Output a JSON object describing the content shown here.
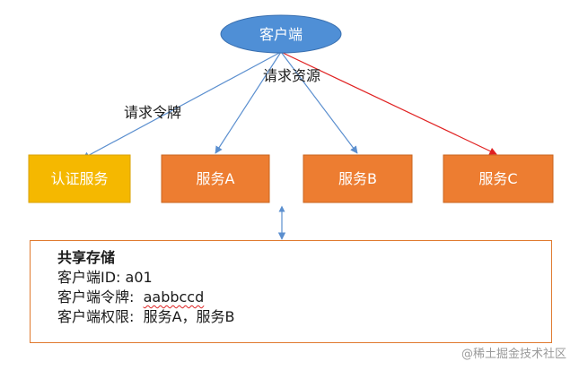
{
  "client": {
    "label": "客户端",
    "color": "#4f8fd6"
  },
  "edge_labels": {
    "request_token": "请求令牌",
    "request_resource": "请求资源"
  },
  "services": {
    "auth": {
      "label": "认证服务",
      "color": "#f5b800"
    },
    "a": {
      "label": "服务A",
      "color": "#ed7d31"
    },
    "b": {
      "label": "服务B",
      "color": "#ed7d31"
    },
    "c": {
      "label": "服务C",
      "color": "#ed7d31"
    }
  },
  "arrow_colors": {
    "blue": "#5b8fcf",
    "red": "#e02020"
  },
  "storage": {
    "title": "共享存储",
    "client_id_label": "客户端ID: ",
    "client_id_value": "a01",
    "token_label": "客户端令牌:  ",
    "token_value": "aabbccd",
    "permissions_label": "客户端权限:  ",
    "permissions_value": "服务A，服务B"
  },
  "watermark": "@稀土掘金技术社区"
}
